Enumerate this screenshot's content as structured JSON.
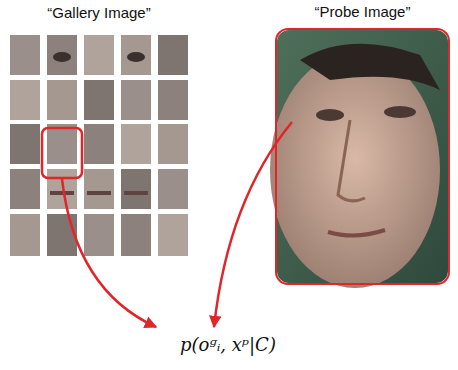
{
  "diagram": {
    "nodes": [
      {
        "text": [
          "“Gallery Image”"
        ]
      },
      {
        "text": [
          "“Probe Image”"
        ]
      }
    ],
    "labels": [
      "p(oᵍᵢ, xᵖ|C)"
    ]
  }
}
